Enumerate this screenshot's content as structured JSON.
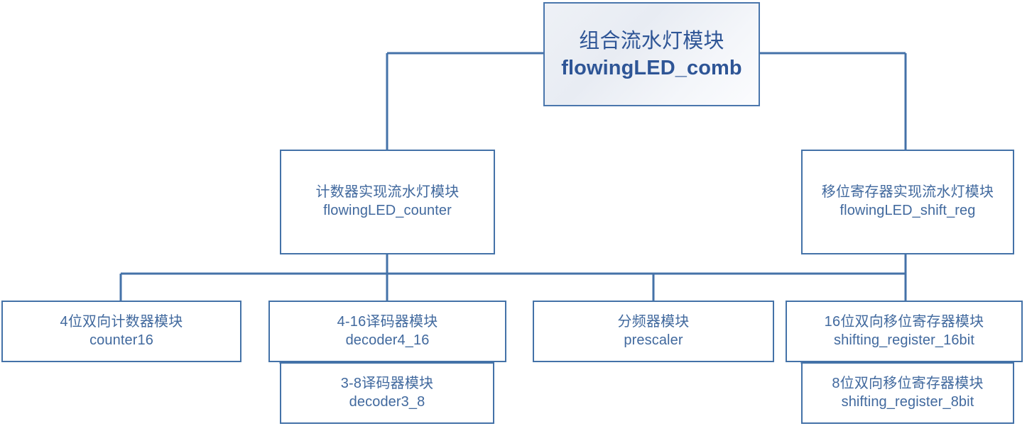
{
  "diagram": {
    "type": "hierarchy-tree",
    "title_node": "flowingLED_comb",
    "colors": {
      "border": "#4472a8",
      "text": "#41699e",
      "root_text": "#2e5596",
      "root_border": "#4a76ac",
      "connector": "#4472a8",
      "background": "#ffffff"
    },
    "nodes": {
      "root": {
        "cn": "组合流水灯模块",
        "en": "flowingLED_comb"
      },
      "counter": {
        "cn": "计数器实现流水灯模块",
        "en": "flowingLED_counter"
      },
      "shiftreg": {
        "cn": "移位寄存器实现流水灯模块",
        "en": "flowingLED_shift_reg"
      },
      "counter16": {
        "cn": "4位双向计数器模块",
        "en": "counter16"
      },
      "decoder416": {
        "cn": "4-16译码器模块",
        "en": "decoder4_16"
      },
      "decoder38": {
        "cn": "3-8译码器模块",
        "en": "decoder3_8"
      },
      "prescaler": {
        "cn": "分频器模块",
        "en": "prescaler"
      },
      "shift16": {
        "cn": "16位双向移位寄存器模块",
        "en": "shifting_register_16bit"
      },
      "shift8": {
        "cn": "8位双向移位寄存器模块",
        "en": "shifting_register_8bit"
      }
    }
  }
}
